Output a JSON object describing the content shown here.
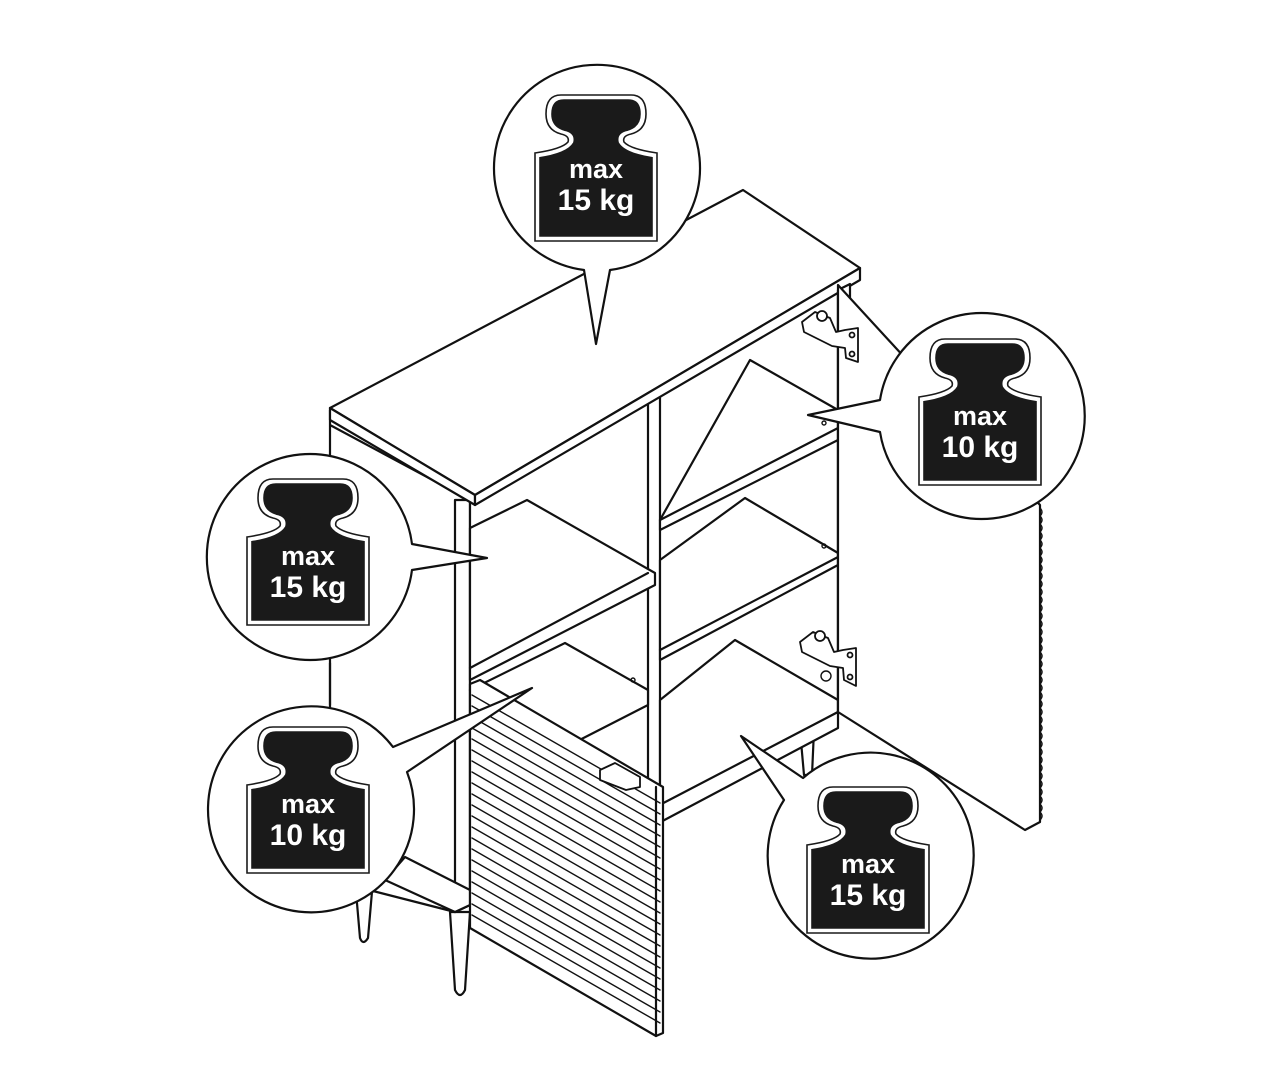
{
  "diagram": {
    "subject": "cabinet-load-capacity",
    "callouts": [
      {
        "id": "top",
        "position": "top-surface",
        "line1": "max",
        "line2": "15 kg"
      },
      {
        "id": "right-upper-shelf",
        "position": "right-compartment-upper-shelf",
        "line1": "max",
        "line2": "10 kg"
      },
      {
        "id": "left-upper-shelf",
        "position": "left-compartment-upper-shelf",
        "line1": "max",
        "line2": "15 kg"
      },
      {
        "id": "left-lower-shelf",
        "position": "left-compartment-bottom",
        "line1": "max",
        "line2": "10 kg"
      },
      {
        "id": "right-bottom",
        "position": "right-compartment-bottom",
        "line1": "max",
        "line2": "15 kg"
      }
    ],
    "colors": {
      "line": "#111111",
      "weight_fill": "#1a1a1a",
      "weight_text": "#ffffff",
      "background": "#ffffff"
    }
  }
}
